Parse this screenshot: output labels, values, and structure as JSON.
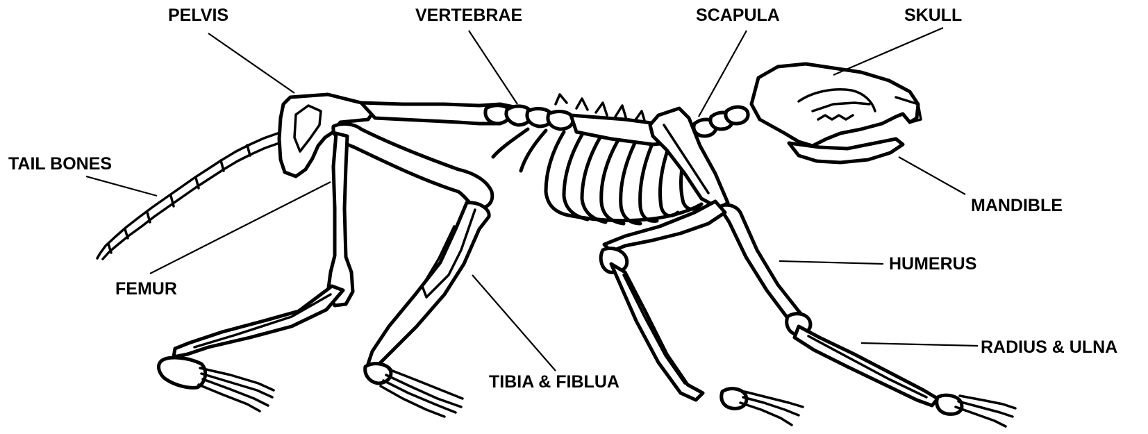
{
  "labels": {
    "pelvis": "PELVIS",
    "vertebrae": "VERTEBRAE",
    "scapula": "SCAPULA",
    "skull": "SKULL",
    "tail_bones": "TAIL BONES",
    "mandible": "MANDIBLE",
    "femur": "FEMUR",
    "humerus": "HUMERUS",
    "tibia_fibula": "TIBIA & FIBLUA",
    "radius_ulna": "RADIUS & ULNA"
  },
  "colors": {
    "background": "#ffffff",
    "ink": "#000000"
  }
}
